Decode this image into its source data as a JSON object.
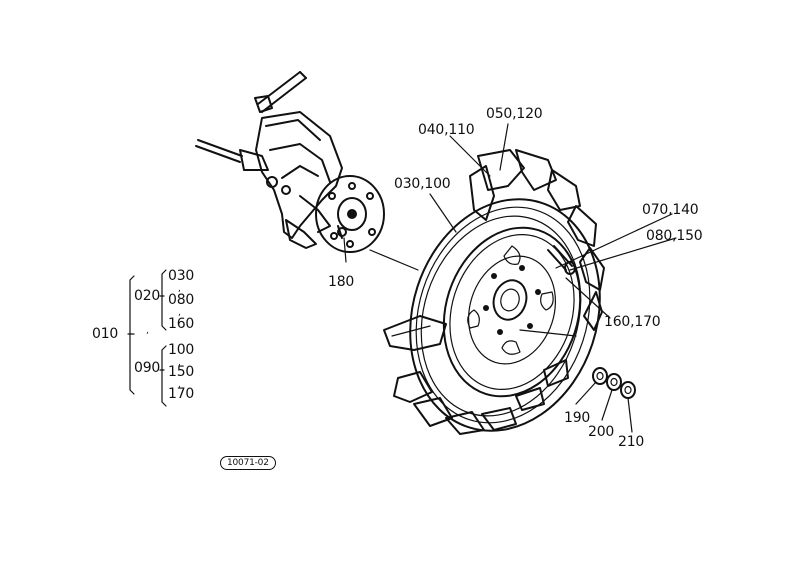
{
  "callouts": {
    "c050_120": "050,120",
    "c040_110": "040,110",
    "c030_100": "030,100",
    "c070_140": "070,140",
    "c080_150": "080,150",
    "c160_170": "160,170",
    "c180": "180",
    "c190": "190",
    "c200": "200",
    "c210": "210"
  },
  "bom_tree": {
    "root": "010",
    "group_a": "020",
    "group_b": "090",
    "a_items": [
      "030",
      "080",
      "160"
    ],
    "b_items": [
      "100",
      "150",
      "170"
    ],
    "separator": ","
  },
  "drawing_ref": "10071-02"
}
